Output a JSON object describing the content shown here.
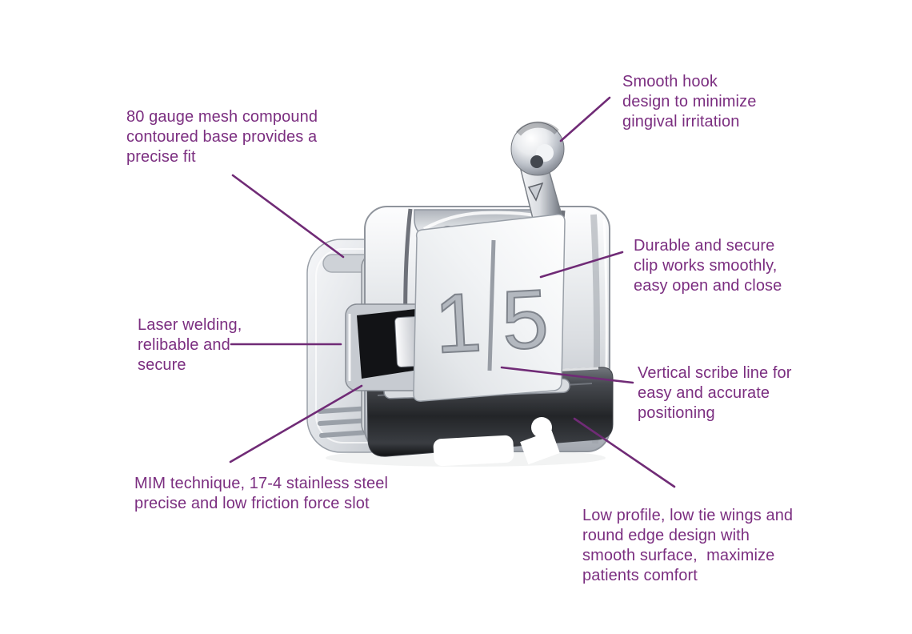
{
  "colors": {
    "annotation_text": "#7b2e80",
    "leader_line": "#702b76",
    "background": "#ffffff",
    "metal_highlight": "#ffffff",
    "metal_shadow": "#1c1e22",
    "engraving": "#9aa0a8"
  },
  "bracket": {
    "tooth_number": "15"
  },
  "annotations": [
    {
      "id": "mesh-base",
      "text": "80 gauge mesh compound\ncontoured base provides a\nprecise fit"
    },
    {
      "id": "smooth-hook",
      "text": "Smooth hook\ndesign to minimize\ngingival irritation"
    },
    {
      "id": "durable-clip",
      "text": "Durable and secure\nclip works smoothly,\neasy open and close"
    },
    {
      "id": "laser-welding",
      "text": "Laser welding,\nrelibable and\nsecure"
    },
    {
      "id": "scribe-line",
      "text": "Vertical scribe line for\neasy and accurate\npositioning"
    },
    {
      "id": "mim-slot",
      "text": "MIM technique, 17-4 stainless steel\nprecise and low friction force slot"
    },
    {
      "id": "low-profile",
      "text": "Low profile, low tie wings and\nround edge design with\nsmooth surface,  maximize\npatients comfort"
    }
  ]
}
